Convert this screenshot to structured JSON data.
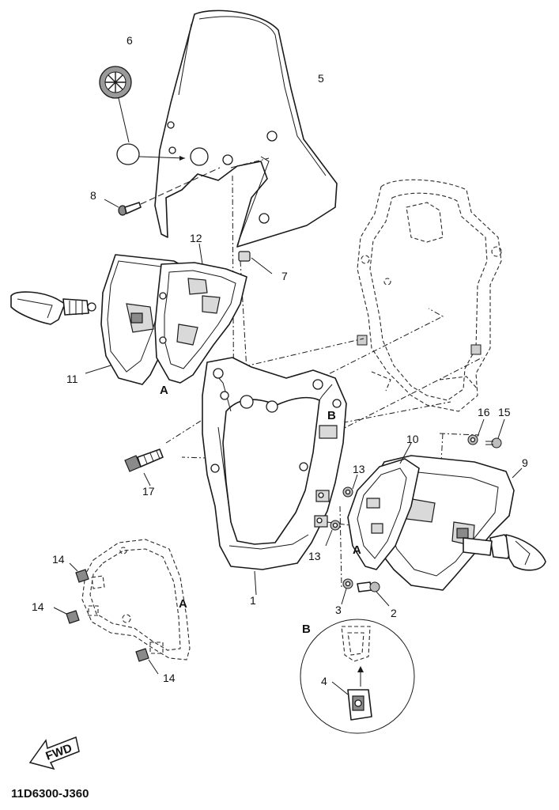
{
  "diagram_id": "11D6300-J360",
  "fwd_label": "FWD",
  "view_labels": {
    "a": "A",
    "b": "B"
  },
  "callouts": {
    "c1": "1",
    "c2": "2",
    "c3": "3",
    "c4": "4",
    "c5": "5",
    "c6": "6",
    "c7": "7",
    "c8": "8",
    "c9": "9",
    "c10": "10",
    "c11": "11",
    "c12": "12",
    "c13a": "13",
    "c13b": "13",
    "c14a": "14",
    "c14b": "14",
    "c14c": "14",
    "c15": "15",
    "c16": "16",
    "c17": "17"
  },
  "colors": {
    "line": "#1a1a1a",
    "fill": "#ffffff",
    "shade": "#d9d9d9"
  }
}
